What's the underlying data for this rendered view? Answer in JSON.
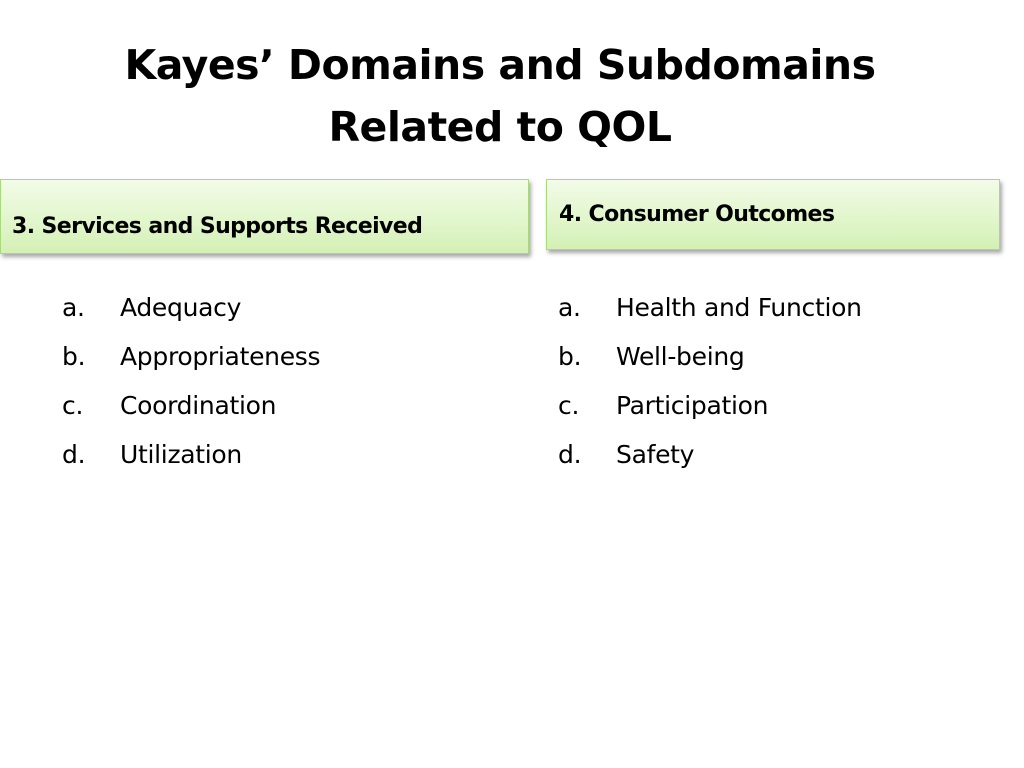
{
  "slide": {
    "title_lines": [
      "Kayes’ Domains and Subdomains",
      "Related to QOL"
    ],
    "columns": [
      {
        "header": "3. Services and Supports Received",
        "items": [
          {
            "marker": "a.",
            "text": "Adequacy"
          },
          {
            "marker": "b.",
            "text": "Appropriateness"
          },
          {
            "marker": "c.",
            "text": "Coordination"
          },
          {
            "marker": "d.",
            "text": "Utilization"
          }
        ]
      },
      {
        "header": "4.  Consumer Outcomes",
        "items": [
          {
            "marker": "a.",
            "text": "Health and Function"
          },
          {
            "marker": "b.",
            "text": "Well-being"
          },
          {
            "marker": "c.",
            "text": "Participation"
          },
          {
            "marker": "d.",
            "text": "Safety"
          }
        ]
      }
    ]
  },
  "colors": {
    "header_fill": "#e2f6cc",
    "header_border": "#a8d97a",
    "text": "#000000",
    "background": "#ffffff"
  }
}
